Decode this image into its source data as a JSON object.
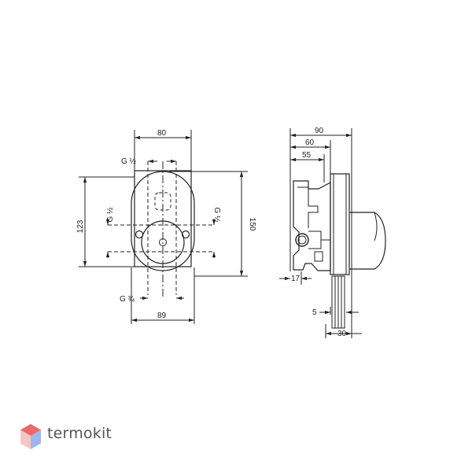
{
  "front_view": {
    "top_width": "80",
    "bottom_width": "89",
    "left_height": "123",
    "right_height": "150",
    "thread_top": "G ½",
    "thread_left": "G ½",
    "thread_right": "G ½",
    "thread_bottom": "G ¾"
  },
  "side_view": {
    "depth_total": "90",
    "depth_mid": "60",
    "depth_short": "55",
    "wall_offset": "17",
    "plate_min": "5",
    "plate_max": "30"
  },
  "brand": {
    "name": "termokit",
    "logo_icon": "hexagon-logo-icon",
    "colors": {
      "primary": "#e23b3b",
      "secondary": "#3b7fd9"
    }
  }
}
